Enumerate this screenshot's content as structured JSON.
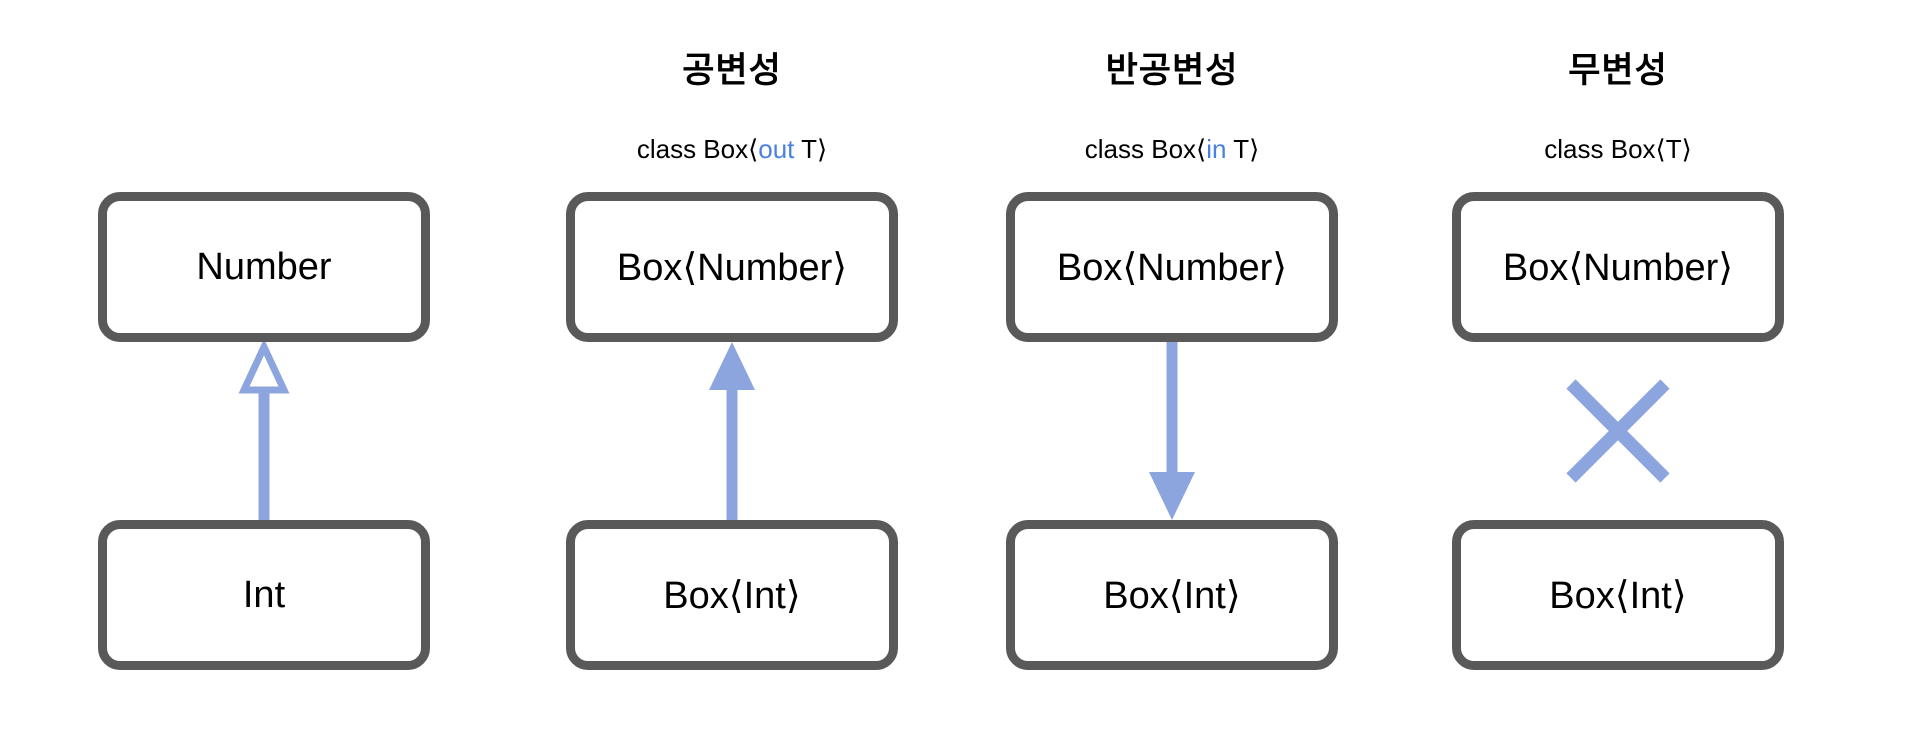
{
  "diagram": {
    "colors": {
      "arrow_blue": "#8CA5DE",
      "keyword_blue": "#4A80E1",
      "box_border_gray": "#595959",
      "text_black": "#000000",
      "background": "#FFFFFF"
    },
    "columns": [
      {
        "id": "subtyping-example",
        "title": "",
        "code": null,
        "top_box": "Number",
        "bottom_box": "Int",
        "connector": "arrow-up-hollow"
      },
      {
        "id": "covariance",
        "title": "공변성",
        "code": {
          "prefix": "class Box⟨",
          "keyword": "out",
          "suffix": " T⟩"
        },
        "top_box": "Box⟨Number⟩",
        "bottom_box": "Box⟨Int⟩",
        "connector": "arrow-up-filled"
      },
      {
        "id": "contravariance",
        "title": "반공변성",
        "code": {
          "prefix": "class Box⟨",
          "keyword": "in",
          "suffix": " T⟩"
        },
        "top_box": "Box⟨Number⟩",
        "bottom_box": "Box⟨Int⟩",
        "connector": "arrow-down-filled"
      },
      {
        "id": "invariance",
        "title": "무변성",
        "code": {
          "prefix": "class Box⟨",
          "keyword": "",
          "suffix": "T⟩"
        },
        "top_box": "Box⟨Number⟩",
        "bottom_box": "Box⟨Int⟩",
        "connector": "x-mark"
      }
    ]
  }
}
